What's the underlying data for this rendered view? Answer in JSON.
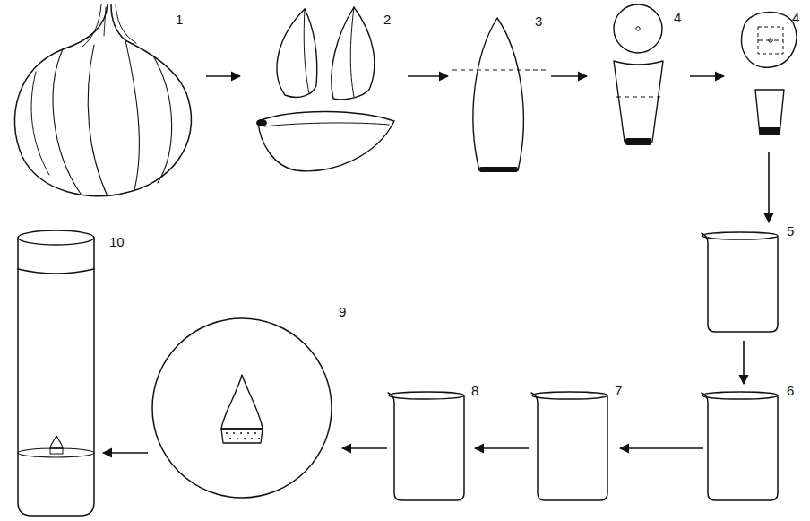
{
  "diagram": {
    "labels": [
      "1",
      "2",
      "3",
      "4",
      "4",
      "5",
      "6",
      "7",
      "8",
      "9",
      "10"
    ]
  }
}
